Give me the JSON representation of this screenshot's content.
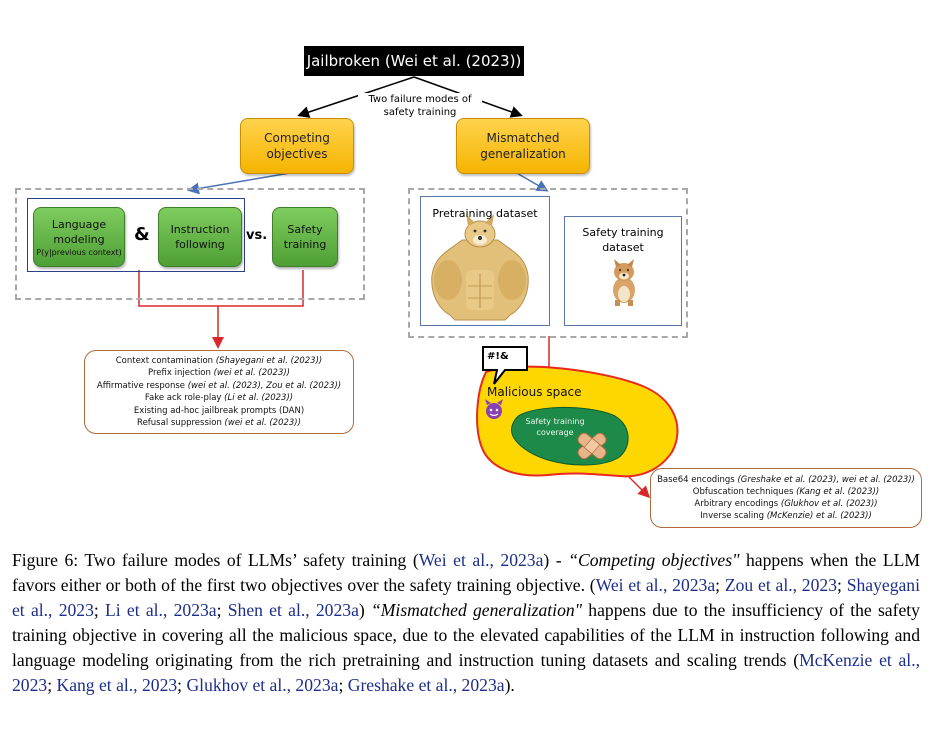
{
  "diagram": {
    "title": "Jailbroken (Wei et al. (2023))",
    "failure_label_line1": "Two failure modes of",
    "failure_label_line2": "safety training",
    "competing": {
      "line1": "Competing",
      "line2": "objectives"
    },
    "mismatched": {
      "line1": "Mismatched",
      "line2": "generalization"
    },
    "lm": {
      "line1": "Language",
      "line2": "modeling",
      "sub": "P(y|previous context)"
    },
    "amp": "&",
    "instr": {
      "line1": "Instruction",
      "line2": "following"
    },
    "vs": "vs.",
    "safety": {
      "line1": "Safety",
      "line2": "training"
    },
    "pretraining_label": "Pretraining dataset",
    "safety_dataset": {
      "line1": "Safety training",
      "line2": "dataset"
    },
    "speech": "#!&",
    "malicious_label": "Malicious space",
    "coverage": {
      "line1": "Safety training",
      "line2": "coverage"
    },
    "competing_list": [
      {
        "text": "Context contamination ",
        "cite": "(Shayegani et al. (2023))"
      },
      {
        "text": "Prefix injection ",
        "cite": "(wei et al. (2023))"
      },
      {
        "text": "Affirmative response ",
        "cite": "(wei et al. (2023), Zou et al. (2023))"
      },
      {
        "text": "Fake ack role-play ",
        "cite": "(Li et al. (2023))"
      },
      {
        "text": "Existing ad-hoc jailbreak prompts (DAN)",
        "cite": ""
      },
      {
        "text": "Refusal suppression ",
        "cite": "(wei et al. (2023))"
      }
    ],
    "mismatch_list": [
      {
        "text": "Base64 encodings ",
        "cite": "(Greshake et al. (2023), wei et al. (2023))"
      },
      {
        "text": "Obfuscation techniques ",
        "cite": "(Kang et al. (2023))"
      },
      {
        "text": "Arbitrary encodings ",
        "cite": "(Glukhov et al. (2023))"
      },
      {
        "text": "Inverse scaling ",
        "cite": "(McKenzie) et al. (2023))"
      }
    ]
  },
  "caption": {
    "fig": "Figure 6: Two failure modes of LLMs’ safety training (",
    "c1": "Wei et al., 2023a",
    "t1": ") - ",
    "em1": "“Competing objectives\"",
    "t2": " happens when the LLM favors either or both of the first two objectives over the safety training objective. (",
    "c2": "Wei et al., 2023a",
    "s1": "; ",
    "c3": "Zou et al., 2023",
    "s2": "; ",
    "c4": "Shayegani et al., 2023",
    "s3": "; ",
    "c5": "Li et al., 2023a",
    "s4": "; ",
    "c6": "Shen et al., 2023a",
    "t3": ") ",
    "em2": "“Mismatched generalization\"",
    "t4": " happens due to the insufficiency of the safety training objective in covering all the malicious space, due to the elevated capabilities of the LLM in instruction following and language modeling originating from the rich pretraining and instruction tuning datasets and scaling trends (",
    "c7": "McKenzie et al., 2023",
    "s5": "; ",
    "c8": "Kang et al., 2023",
    "s6": "; ",
    "c9": "Glukhov et al., 2023a",
    "s7": "; ",
    "c10": "Greshake et al., 2023a",
    "t5": ")."
  },
  "colors": {
    "orange_box": "#f5b400",
    "green_box": "#4e9f35",
    "malicious_fill": "#ffd700",
    "malicious_border": "#e8291c",
    "coverage_fill": "#1e8a4a",
    "citation": "#1c2e8c",
    "arrow_red": "#d9282b",
    "arrow_blue": "#4a72b8"
  }
}
